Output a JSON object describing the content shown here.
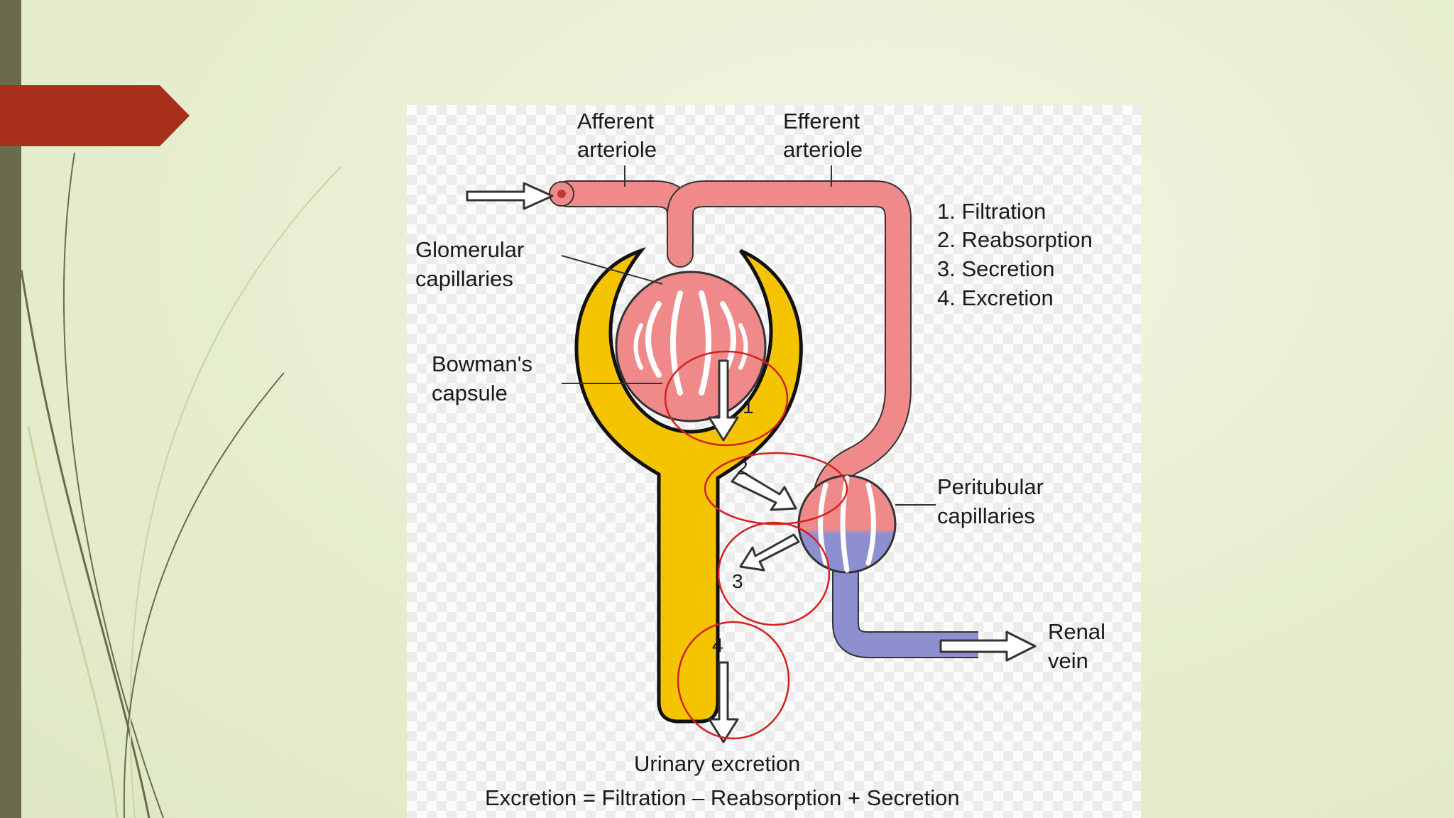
{
  "slide": {
    "accent_color": "#a8301a",
    "bar_color": "#6b6a4c"
  },
  "diagram": {
    "labels": {
      "afferent_line1": "Afferent",
      "afferent_line2": "arteriole",
      "efferent_line1": "Efferent",
      "efferent_line2": "arteriole",
      "glomerular_line1": "Glomerular",
      "glomerular_line2": "capillaries",
      "bowman_line1": "Bowman's",
      "bowman_line2": "capsule",
      "peritubular_line1": "Peritubular",
      "peritubular_line2": "capillaries",
      "renal_line1": "Renal",
      "renal_line2": "vein",
      "urinary": "Urinary excretion",
      "equation": "Excretion = Filtration – Reabsorption + Secretion"
    },
    "legend": [
      "1. Filtration",
      "2. Reabsorption",
      "3. Secretion",
      "4. Excretion"
    ],
    "process_numbers": [
      "1",
      "2",
      "3",
      "4"
    ],
    "colors": {
      "arterial": "#f08a8a",
      "venous": "#8e8fd0",
      "tubule": "#f5c400",
      "highlight_circle": "#d42020"
    }
  }
}
